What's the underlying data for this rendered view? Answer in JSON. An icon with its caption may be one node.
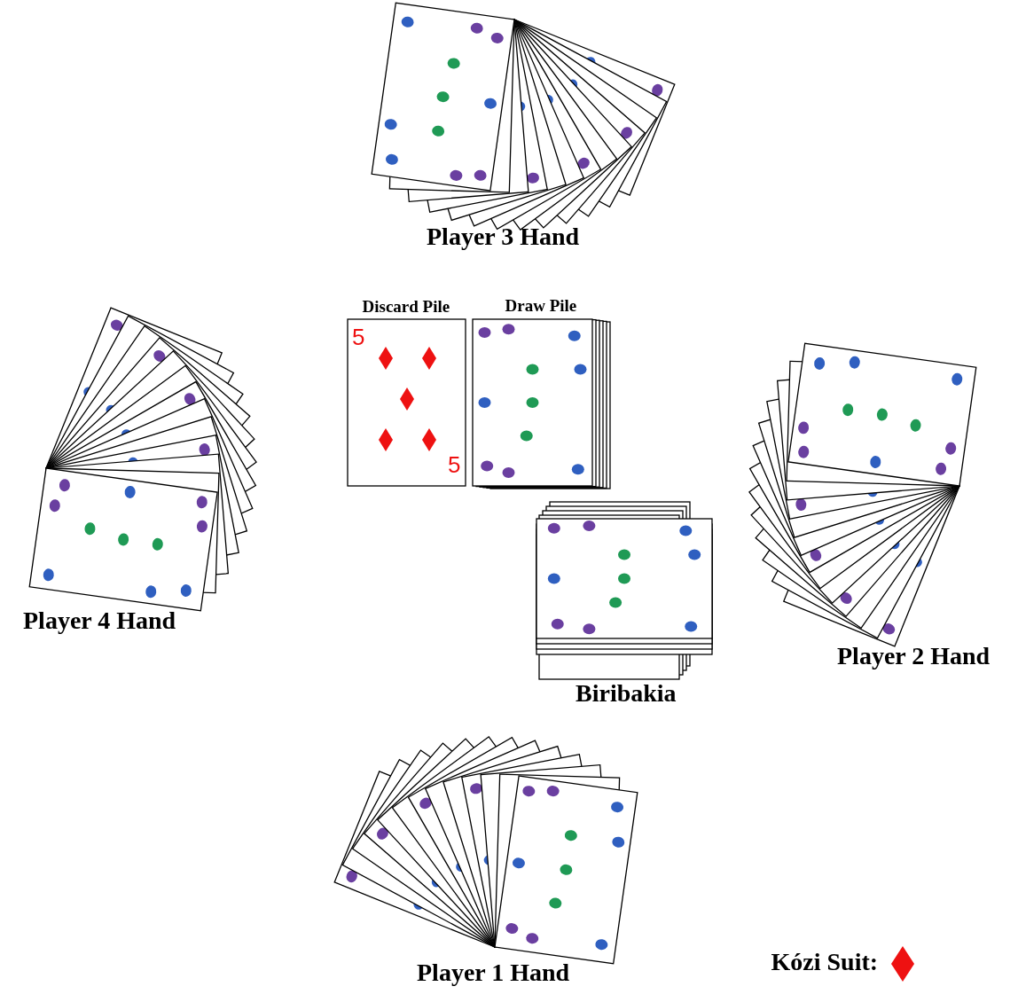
{
  "diagram": {
    "labels": [
      "Player 3 Hand",
      "Discard Pile",
      "Draw Pile",
      "5",
      "5",
      "Player 4 Hand",
      "Player 2 Hand",
      "Biribakia",
      "Player 1 Hand",
      "Kózi Suit:"
    ]
  }
}
